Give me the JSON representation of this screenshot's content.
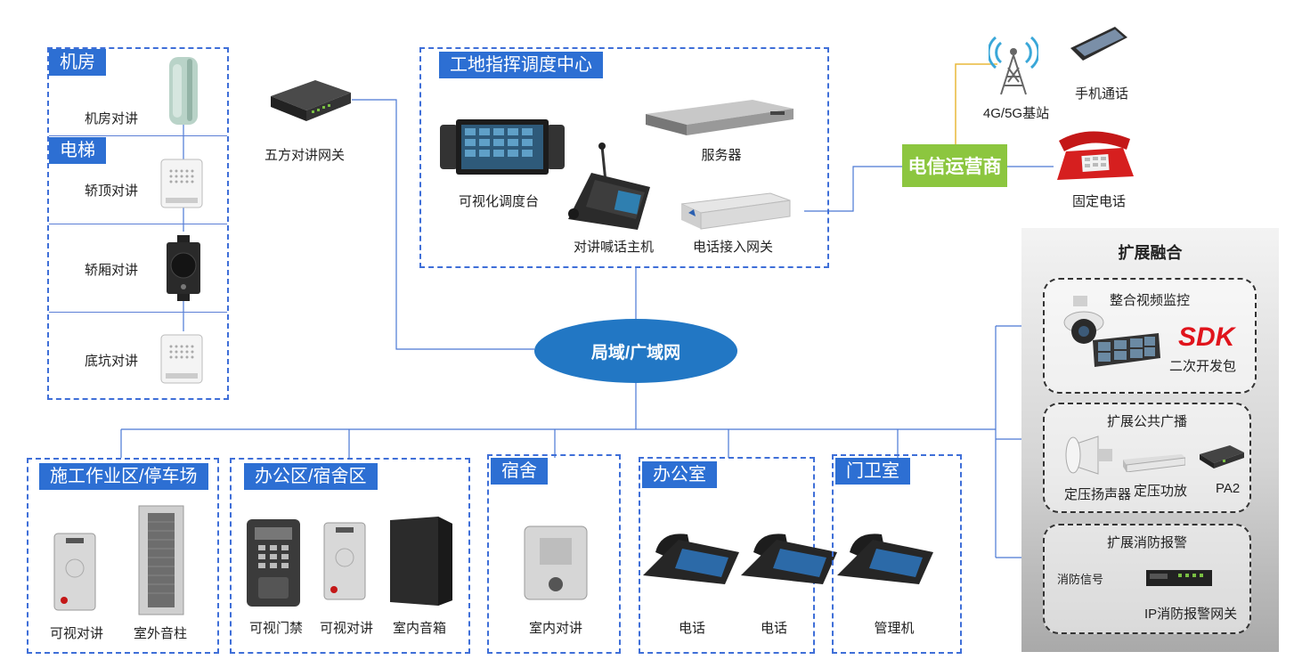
{
  "server_room": {
    "tag": "机房",
    "device": "机房对讲"
  },
  "elevator": {
    "tag": "电梯",
    "devices": [
      "轿顶对讲",
      "轿厢对讲",
      "底坑对讲"
    ]
  },
  "gateway5": "五方对讲网关",
  "command_center": {
    "tag": "工地指挥调度中心",
    "devices": [
      "可视化调度台",
      "服务器",
      "对讲喊话主机",
      "电话接入网关"
    ]
  },
  "carrier": {
    "label": "电信运营商",
    "base_station": "4G/5G基站",
    "mobile": "手机通话",
    "landline": "固定电话"
  },
  "network": "局域/广域网",
  "extension": {
    "title": "扩展融合",
    "video": {
      "title": "整合视频监控",
      "sdk": "SDK",
      "sdk_desc": "二次开发包"
    },
    "broadcast": {
      "title": "扩展公共广播",
      "items": [
        "定压扬声器",
        "定压功放",
        "PA2"
      ]
    },
    "fire": {
      "title": "扩展消防报警",
      "signal": "消防信号",
      "gateway": "IP消防报警网关"
    }
  },
  "zones": [
    {
      "tag": "施工作业区/停车场",
      "devices": [
        "可视对讲",
        "室外音柱"
      ]
    },
    {
      "tag": "办公区/宿舍区",
      "devices": [
        "可视门禁",
        "可视对讲",
        "室内音箱"
      ]
    },
    {
      "tag": "宿舍",
      "devices": [
        "室内对讲"
      ]
    },
    {
      "tag": "办公室",
      "devices": [
        "电话",
        "电话"
      ]
    },
    {
      "tag": "门卫室",
      "devices": [
        "管理机"
      ]
    }
  ],
  "colors": {
    "tag_blue": "#2d6fd3",
    "line_blue": "#3f6fd8",
    "network_blue": "#2277c4",
    "carrier_green": "#8cc63f",
    "sdk_red": "#e0141c"
  }
}
